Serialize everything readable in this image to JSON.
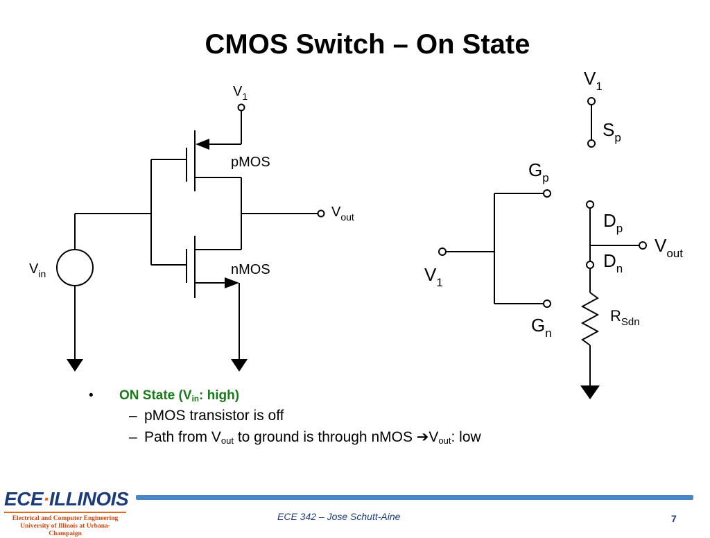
{
  "title": "CMOS Switch – On State",
  "circuit_left": {
    "v1": {
      "main": "V",
      "sub": "1"
    },
    "pmos": "pMOS",
    "nmos": "nMOS",
    "vout": {
      "main": "V",
      "sub": "out"
    },
    "vin": {
      "main": "V",
      "sub": "in"
    }
  },
  "circuit_right": {
    "v1_top": {
      "main": "V",
      "sub": "1"
    },
    "sp": {
      "main": "S",
      "sub": "p"
    },
    "gp": {
      "main": "G",
      "sub": "p"
    },
    "dp": {
      "main": "D",
      "sub": "p"
    },
    "vout": {
      "main": "V",
      "sub": "out"
    },
    "dn": {
      "main": "D",
      "sub": "n"
    },
    "v1_left": {
      "main": "V",
      "sub": "1"
    },
    "rsdn": {
      "main": "R",
      "sub": "Sdn"
    },
    "gn": {
      "main": "G",
      "sub": "n"
    }
  },
  "bullets": {
    "main": {
      "bullet": "•",
      "pre": "ON State (V",
      "sub": "in",
      "post": ": high)"
    },
    "sub1": {
      "dash": "–",
      "text": "pMOS transistor is off"
    },
    "sub2": {
      "dash": "–",
      "pre": "Path from V",
      "sub_a": "out",
      "mid": " to ground is through nMOS ",
      "arrow": "➔",
      "post_a": "V",
      "sub_b": "out",
      "post_b": ": low"
    }
  },
  "footer": {
    "logo_text": "ECE",
    "logo_dot": "·",
    "logo_text2": "ILLINOIS",
    "logo_sub1": "Electrical and Computer Engineering",
    "logo_sub2": "University of Illinois at Urbana-Champaign",
    "center": "ECE 342 – Jose Schutt-Aine",
    "page": "7"
  }
}
